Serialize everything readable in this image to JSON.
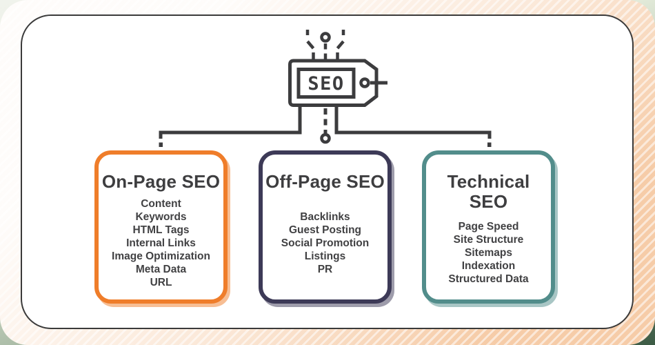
{
  "diagram": {
    "tag_icon": {
      "label": "SEO"
    },
    "colors": {
      "ink": "#3c3c3e",
      "card_background": "#ffffff",
      "stripe_peach": "#f6cca8",
      "corner_green_dark": "#3c5b45",
      "corner_green_light": "#eef2ea"
    },
    "boxes": [
      {
        "title": "On-Page SEO",
        "accent": "#ef7d2a",
        "shadow": "rgba(239,125,42,0.5)",
        "items": [
          "Content",
          "Keywords",
          "HTML Tags",
          "Internal Links",
          "Image Optimization",
          "Meta Data",
          "URL"
        ]
      },
      {
        "title": "Off-Page SEO",
        "accent": "#3d3a57",
        "shadow": "rgba(61,58,87,0.5)",
        "items": [
          "Backlinks",
          "Guest Posting",
          "Social Promotion",
          "Listings",
          "PR"
        ]
      },
      {
        "title": "Technical SEO",
        "accent": "#528d8b",
        "shadow": "rgba(82,141,139,0.5)",
        "items": [
          "Page Speed",
          "Site Structure",
          "Sitemaps",
          "Indexation",
          "Structured Data"
        ]
      }
    ]
  }
}
